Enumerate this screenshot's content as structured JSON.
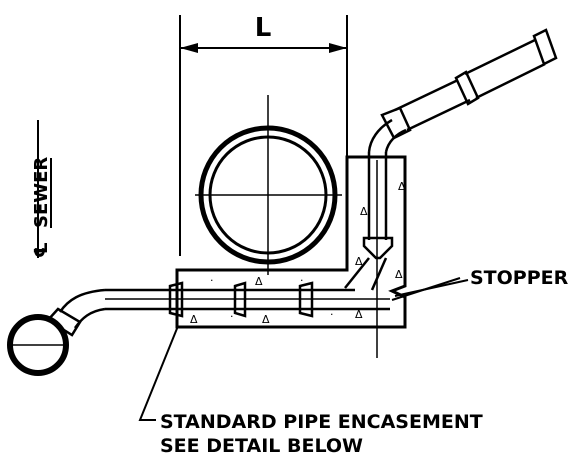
{
  "labels": {
    "dimension": "L",
    "sewer_prefix": "℄",
    "sewer": "SEWER",
    "stopper": "STOPPER",
    "encasement_line1": "STANDARD PIPE ENCASEMENT",
    "encasement_line2": "SEE DETAIL BELOW"
  }
}
